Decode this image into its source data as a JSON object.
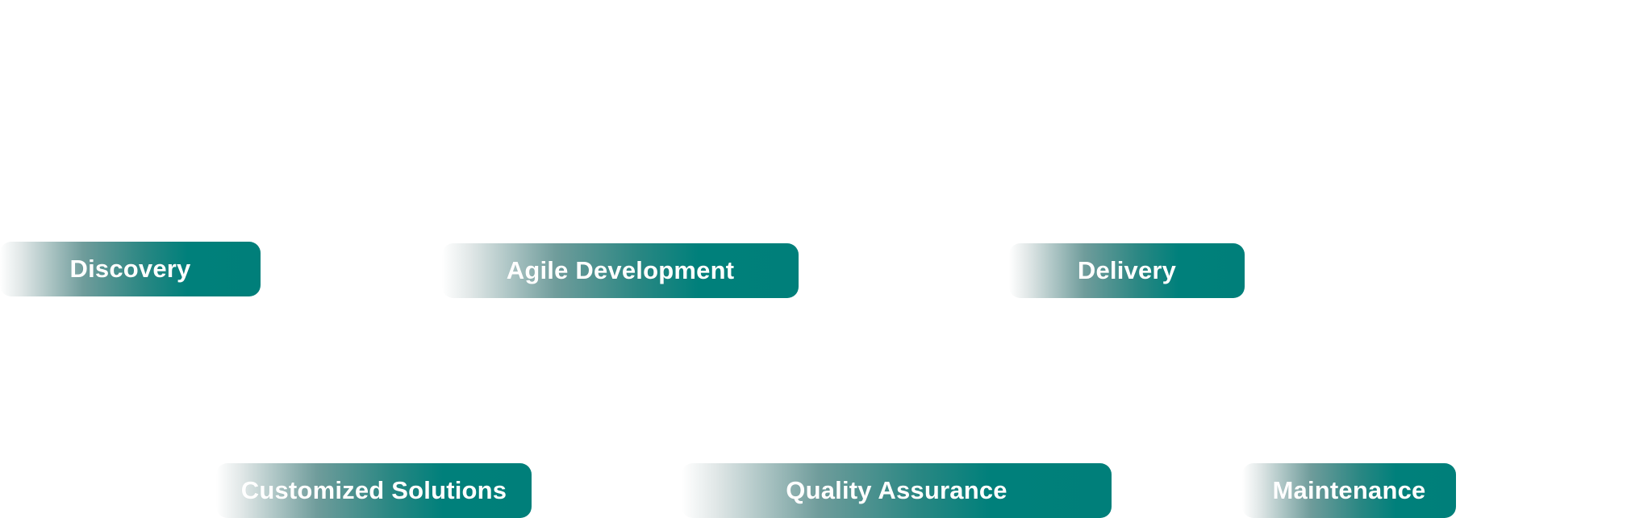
{
  "diagram": {
    "nodes": [
      {
        "id": "discovery",
        "label": "Discovery"
      },
      {
        "id": "agile",
        "label": "Agile Development"
      },
      {
        "id": "delivery",
        "label": "Delivery"
      },
      {
        "id": "custom",
        "label": "Customized Solutions"
      },
      {
        "id": "qa",
        "label": "Quality Assurance"
      },
      {
        "id": "maintenance",
        "label": "Maintenance"
      }
    ],
    "colors": {
      "pill_fill": "#007f7a",
      "pill_fade": "#ffffff",
      "label_text": "#ffffff",
      "background": "#ffffff"
    }
  }
}
